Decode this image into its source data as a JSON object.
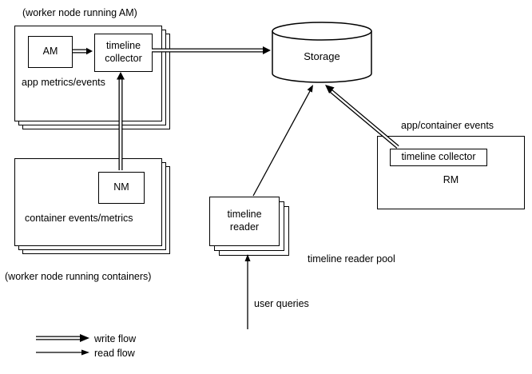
{
  "diagram": {
    "worker_am": {
      "caption": "(worker node running AM)",
      "am_label": "AM",
      "collector_label": "timeline collector",
      "metrics_label": "app metrics/events"
    },
    "storage": {
      "label": "Storage"
    },
    "worker_nm": {
      "nm_label": "NM",
      "events_label": "container events/metrics",
      "caption": "(worker node running containers)"
    },
    "rm": {
      "events_label": "app/container events",
      "collector_label": "timeline collector",
      "label": "RM"
    },
    "reader": {
      "label": "timeline reader",
      "pool_label": "timeline reader pool",
      "queries_label": "user queries"
    },
    "legend": {
      "write": "write flow",
      "read": "read flow"
    },
    "colors": {
      "line": "#000000",
      "background": "#ffffff"
    }
  }
}
